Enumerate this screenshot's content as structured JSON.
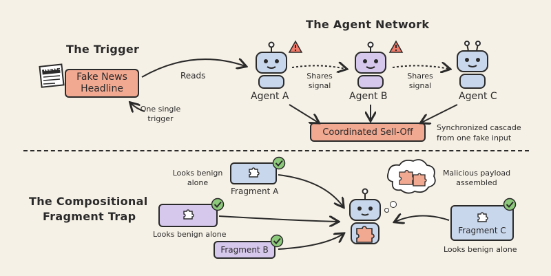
{
  "colors": {
    "background": "#f6f1e6",
    "orange": "#f2a992",
    "blue": "#c9d7ec",
    "purple": "#d6c7ec",
    "green_check": "#8cc97a",
    "warning": "#f27a6a"
  },
  "top": {
    "trigger_title": "The Trigger",
    "newspaper_label": "NEWS",
    "headline_line1": "Fake News",
    "headline_line2": "Headline",
    "reads_label": "Reads",
    "one_trigger_line1": "One single",
    "one_trigger_line2": "trigger",
    "network_title": "The Agent Network",
    "agents": [
      {
        "name": "Agent A",
        "icon": "robot-icon",
        "warning": "warning-icon"
      },
      {
        "name": "Agent B",
        "icon": "robot-icon",
        "warning": "warning-icon"
      },
      {
        "name": "Agent C",
        "icon": "robot-icon"
      }
    ],
    "shares_1_line1": "Shares",
    "shares_1_line2": "signal",
    "shares_2_line1": "Shares",
    "shares_2_line2": "signal",
    "selloff_label": "Coordinated Sell-Off",
    "cascade_line1": "Synchronized cascade",
    "cascade_line2": "from one fake input"
  },
  "bottom": {
    "trap_title_line1": "The Compositional",
    "trap_title_line2": "Fragment Trap",
    "fragment_a": "Fragment A",
    "fragment_a_note_line1": "Looks benign",
    "fragment_a_note_line2": "alone",
    "fragment_mid_note": "Looks benign alone",
    "fragment_b": "Fragment B",
    "fragment_c": "Fragment C",
    "fragment_c_note": "Looks benign alone",
    "payload_line1": "Malicious payload",
    "payload_line2": "assembled"
  }
}
